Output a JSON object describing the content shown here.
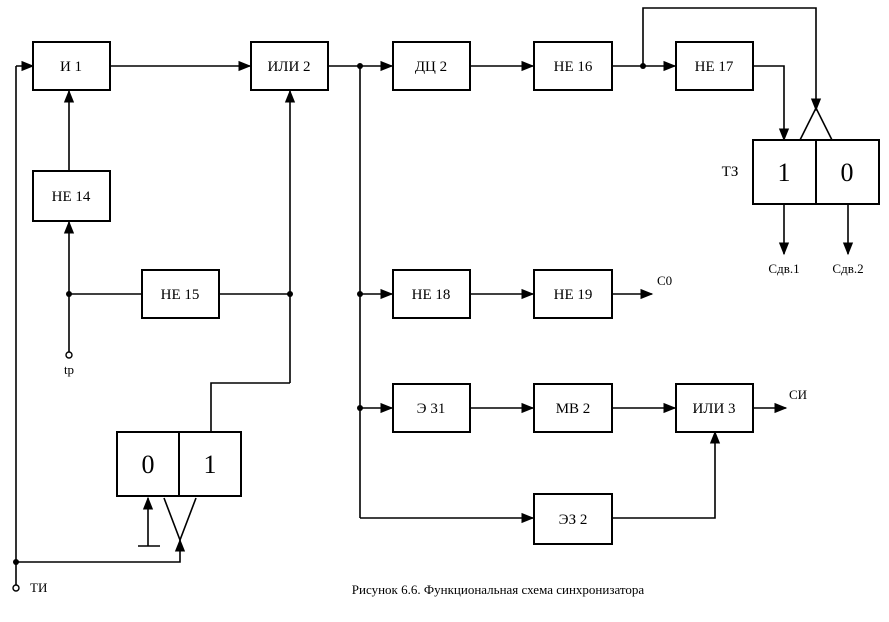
{
  "blocks": {
    "i1": "И 1",
    "ili2": "ИЛИ 2",
    "dc2": "ДЦ 2",
    "ne16": "НЕ 16",
    "ne17": "НЕ 17",
    "ne14": "НЕ 14",
    "ne15": "НЕ 15",
    "ne18": "НЕ 18",
    "ne19": "НЕ 19",
    "e31": "Э 31",
    "mv2": "МВ 2",
    "ili3": "ИЛИ 3",
    "e32": "ЭЗ 2"
  },
  "trigger_left": {
    "zero": "0",
    "one": "1"
  },
  "trigger_right": {
    "label": "ТЗ",
    "one": "1",
    "zero": "0"
  },
  "signals": {
    "tr": "tр",
    "ti": "ТИ",
    "c0": "С0",
    "ci": "СИ",
    "sdv1": "Сдв.1",
    "sdv2": "Сдв.2"
  },
  "caption": "Рисунок 6.6. Функциональная схема синхронизатора"
}
